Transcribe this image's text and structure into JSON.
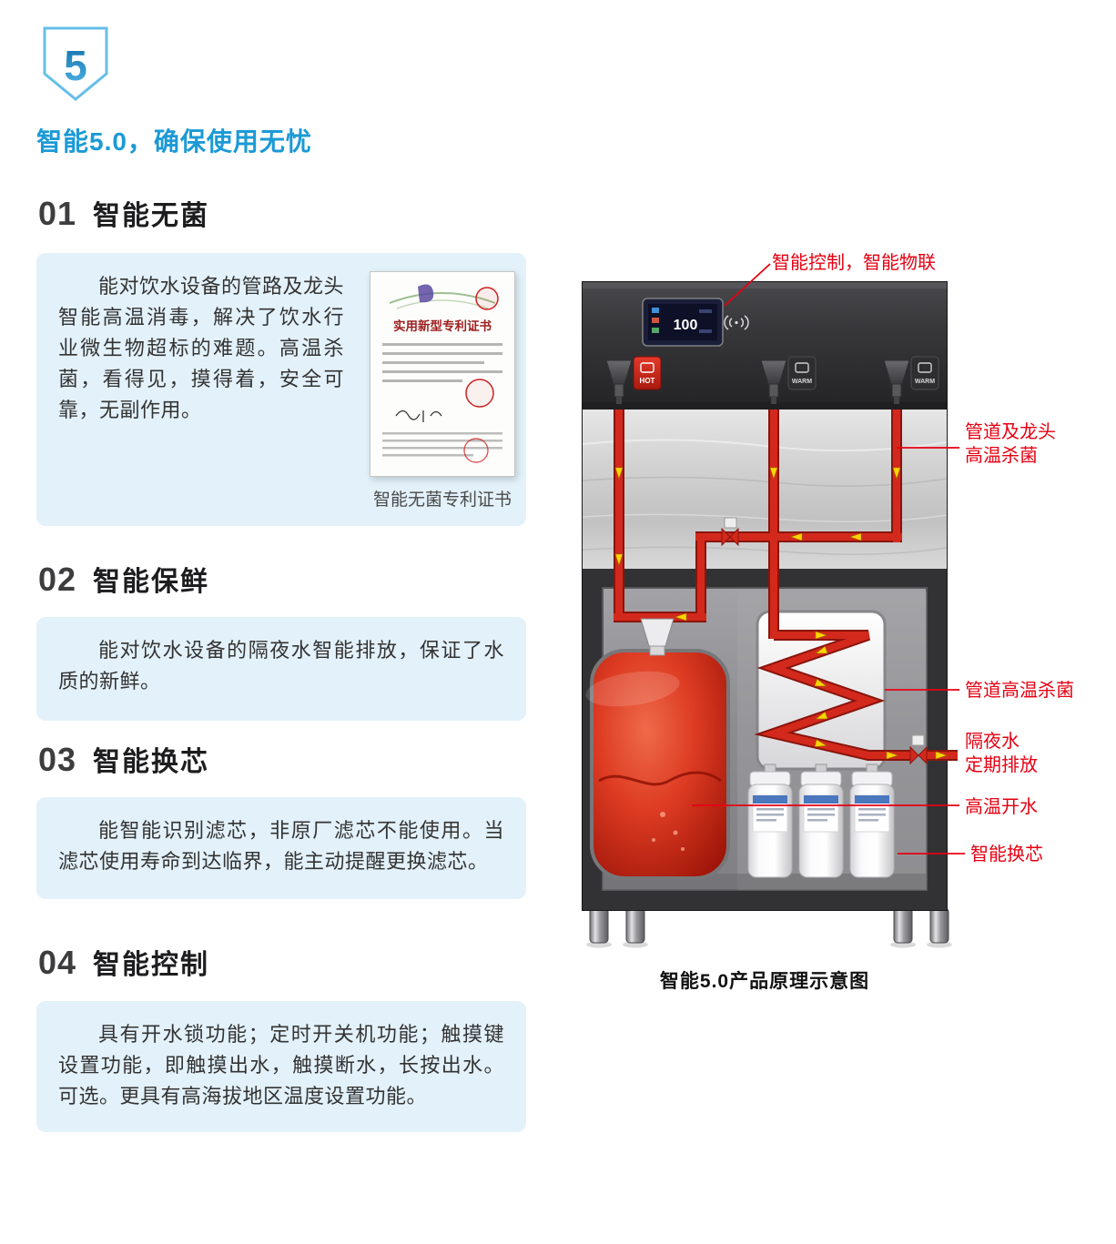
{
  "badge": {
    "number": "5"
  },
  "page_title": "智能5.0，确保使用无忧",
  "sections": [
    {
      "num": "01",
      "title": "智能无菌",
      "body": "能对饮水设备的管路及龙头智能高温消毒，解决了饮水行业微生物超标的难题。高温杀菌，看得见，摸得着，安全可靠，无副作用。"
    },
    {
      "num": "02",
      "title": "智能保鲜",
      "body": "能对饮水设备的隔夜水智能排放，保证了水质的新鲜。"
    },
    {
      "num": "03",
      "title": "智能换芯",
      "body": "能智能识别滤芯，非原厂滤芯不能使用。当滤芯使用寿命到达临界，能主动提醒更换滤芯。"
    },
    {
      "num": "04",
      "title": "智能控制",
      "body": "具有开水锁功能；定时开关机功能；触摸键设置功能，即触摸出水，触摸断水，长按出水。可选。更具有高海拔地区温度设置功能。"
    }
  ],
  "certificate": {
    "title": "实用新型专利证书",
    "caption": "智能无菌专利证书"
  },
  "diagram": {
    "display_value": "100",
    "faucet_labels": {
      "hot": "HOT",
      "warm": "WARM"
    },
    "annotations": {
      "smart_control": "智能控制，智能物联",
      "pipe_faucet_1": "管道及龙头",
      "pipe_faucet_2": "高温杀菌",
      "pipe_sterilize": "管道高温杀菌",
      "overnight_1": "隔夜水",
      "overnight_2": "定期排放",
      "hot_water": "高温开水",
      "filter_change": "智能换芯"
    },
    "caption": "智能5.0产品原理示意图"
  },
  "colors": {
    "accent_blue": "#1b9ad6",
    "label_red": "#e60012",
    "box_bg": "#e3f1fa",
    "pipe_red": "#d2291c",
    "arrow_yellow": "#ffd400"
  }
}
